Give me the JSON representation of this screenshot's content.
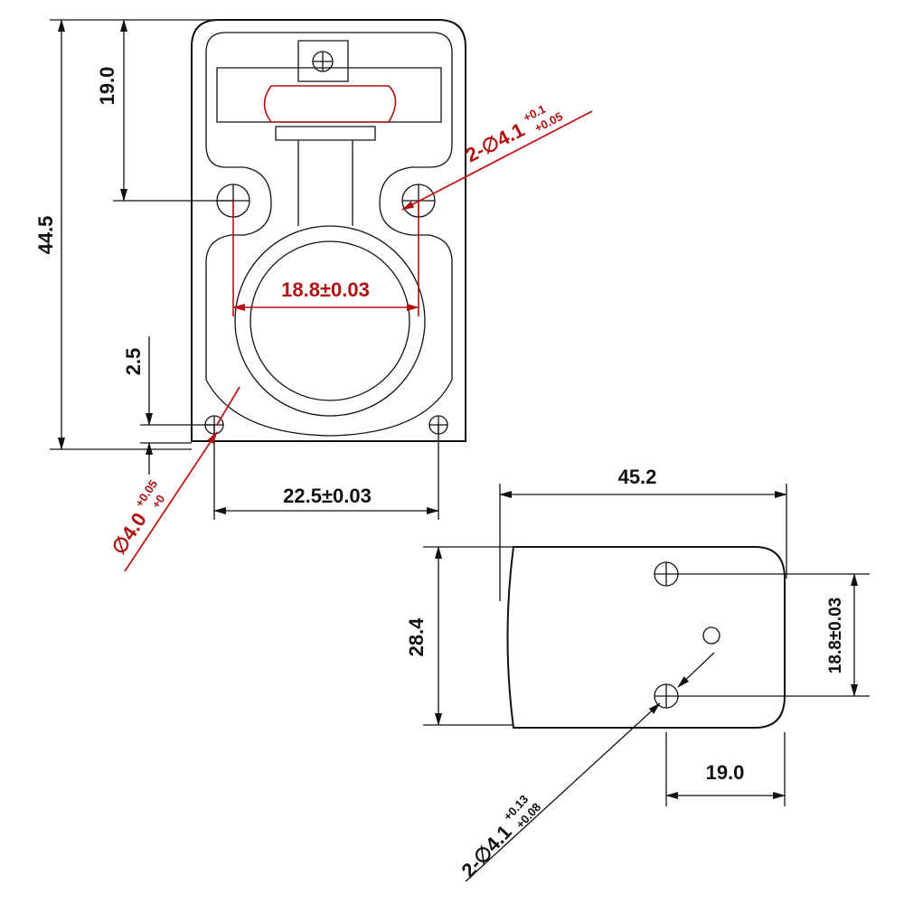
{
  "front_view": {
    "height_total": "44.5",
    "hole_offset_top": "19.0",
    "edge_offset": "2.5",
    "center_hole_spacing": "18.8±0.03",
    "bottom_hole_spacing": "22.5±0.03",
    "top_hole_callout": {
      "main": "2-∅4.1",
      "upper": "+0.1",
      "lower": "+0.05"
    },
    "bottom_hole_callout": {
      "main": "∅4.0",
      "upper": "+0.05",
      "lower": "+0"
    }
  },
  "side_view": {
    "width_total": "45.2",
    "height_total": "28.4",
    "hole_spacing": "18.8±0.03",
    "hole_offset_right": "19.0",
    "hole_callout": {
      "main": "2-∅4.1",
      "upper": "+0.13",
      "lower": "+0.08"
    }
  },
  "colors": {
    "dimension_red": "#b01010",
    "line_black": "#111111"
  }
}
